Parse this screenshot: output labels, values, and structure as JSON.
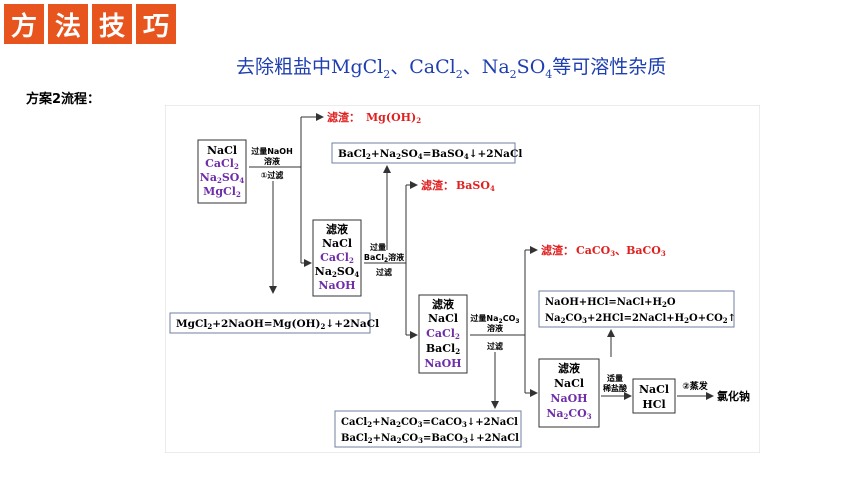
{
  "header": {
    "badge": [
      "方",
      "法",
      "技",
      "巧"
    ]
  },
  "title": {
    "prefix": "去除粗盐中MgCl",
    "s1": "2",
    "mid1": "、CaCl",
    "s2": "2",
    "mid2": "、Na",
    "s3": "2",
    "mid3": "SO",
    "s4": "4",
    "suffix": "等可溶性杂质"
  },
  "scheme_label": "方案2流程：",
  "colors": {
    "accent": "#e8541d",
    "title": "#1f3fb0",
    "red": "#e02020",
    "purple": "#6f2da8",
    "box": "#6f7fa0"
  },
  "flow": {
    "box1": {
      "l1": "NaCl",
      "l2": "CaCl",
      "l2s": "2",
      "l3a": "Na",
      "l3s": "2",
      "l3b": "SO",
      "l3s2": "4",
      "l4": "MgCl",
      "l4s": "2"
    },
    "step1": {
      "a": "过量NaOH",
      "b": "溶液",
      "c": "①过滤"
    },
    "residue1": {
      "label": "滤渣：",
      "a": "Mg(OH)",
      "s": "2"
    },
    "eq1": {
      "a": "MgCl",
      "s1": "2",
      "b": "+2NaOH=Mg(OH)",
      "s2": "2",
      "c": "↓+2NaCl"
    },
    "box2": {
      "title": "滤液",
      "l1": "NaCl",
      "l2": "CaCl",
      "l2s": "2",
      "l3a": "Na",
      "l3s": "2",
      "l3b": "SO",
      "l3s2": "4",
      "l4": "NaOH"
    },
    "step2": {
      "a": "过量",
      "b": "BaCl",
      "bs": "2",
      "bc": "溶液",
      "c": "过滤"
    },
    "eq2": {
      "a": "BaCl",
      "s1": "2",
      "b": "+Na",
      "s2": "2",
      "c": "SO",
      "s3": "4",
      "d": "=BaSO",
      "s4": "4",
      "e": "↓+2NaCl"
    },
    "residue2": {
      "label": "滤渣：",
      "a": "BaSO",
      "s": "4"
    },
    "box3": {
      "title": "滤液",
      "l1": "NaCl",
      "l2": "CaCl",
      "l2s": "2",
      "l3": "BaCl",
      "l3s": "2",
      "l4": "NaOH"
    },
    "step3": {
      "a": "过量Na",
      "as": "2",
      "a2": "CO",
      "as2": "3",
      "b": "溶液",
      "c": "过滤"
    },
    "residue3": {
      "label": "滤渣：",
      "a": "CaCO",
      "s1": "3",
      "b": "、BaCO",
      "s2": "3"
    },
    "eq3": {
      "r1a": "CaCl",
      "r1s1": "2",
      "r1b": "+Na",
      "r1s2": "2",
      "r1c": "CO",
      "r1s3": "3",
      "r1d": "=CaCO",
      "r1s4": "3",
      "r1e": "↓+2NaCl",
      "r2a": "BaCl",
      "r2s1": "2",
      "r2b": "+Na",
      "r2s2": "2",
      "r2c": "CO",
      "r2s3": "3",
      "r2d": "=BaCO",
      "r2s4": "3",
      "r2e": "↓+2NaCl"
    },
    "eq4": {
      "r1a": "NaOH+HCl=NaCl+H",
      "r1s": "2",
      "r1b": "O",
      "r2a": "Na",
      "r2s1": "2",
      "r2b": "CO",
      "r2s2": "3",
      "r2c": "+2HCl=2NaCl+H",
      "r2s3": "2",
      "r2d": "O+CO",
      "r2s4": "2",
      "r2e": "↑"
    },
    "box4": {
      "title": "滤液",
      "l1": "NaCl",
      "l2": "NaOH",
      "l3a": "Na",
      "l3s": "2",
      "l3b": "CO",
      "l3s2": "3"
    },
    "step4": {
      "a": "适量",
      "b": "稀盐酸"
    },
    "box5": {
      "l1": "NaCl",
      "l2": "HCl"
    },
    "step5": {
      "a": "②蒸发"
    },
    "product": "氯化钠"
  }
}
